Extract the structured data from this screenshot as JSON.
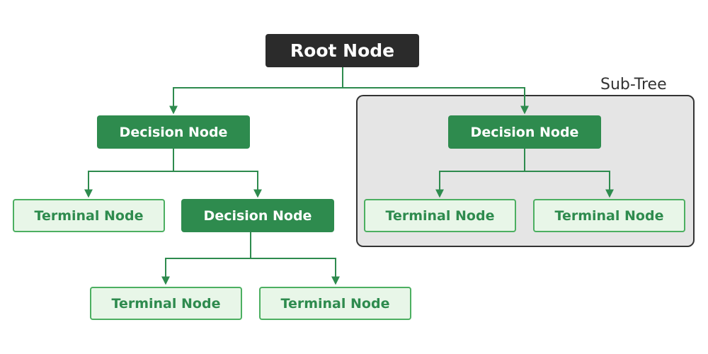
{
  "diagram": {
    "subtree_label": "Sub-Tree",
    "nodes": {
      "root": "Root Node",
      "decision_left": "Decision Node",
      "decision_right": "Decision Node",
      "decision_mid": "Decision Node",
      "terminal_left": "Terminal Node",
      "terminal_bottom_1": "Terminal Node",
      "terminal_bottom_2": "Terminal Node",
      "terminal_right_1": "Terminal Node",
      "terminal_right_2": "Terminal Node"
    }
  },
  "colors": {
    "root_fill": "#2b2b2b",
    "decision_fill": "#2e8b4e",
    "terminal_fill": "#e8f6e8",
    "terminal_border": "#4caf61",
    "connector": "#2e8b4e",
    "subtree_fill": "#e5e5e5",
    "subtree_border": "#333333"
  }
}
